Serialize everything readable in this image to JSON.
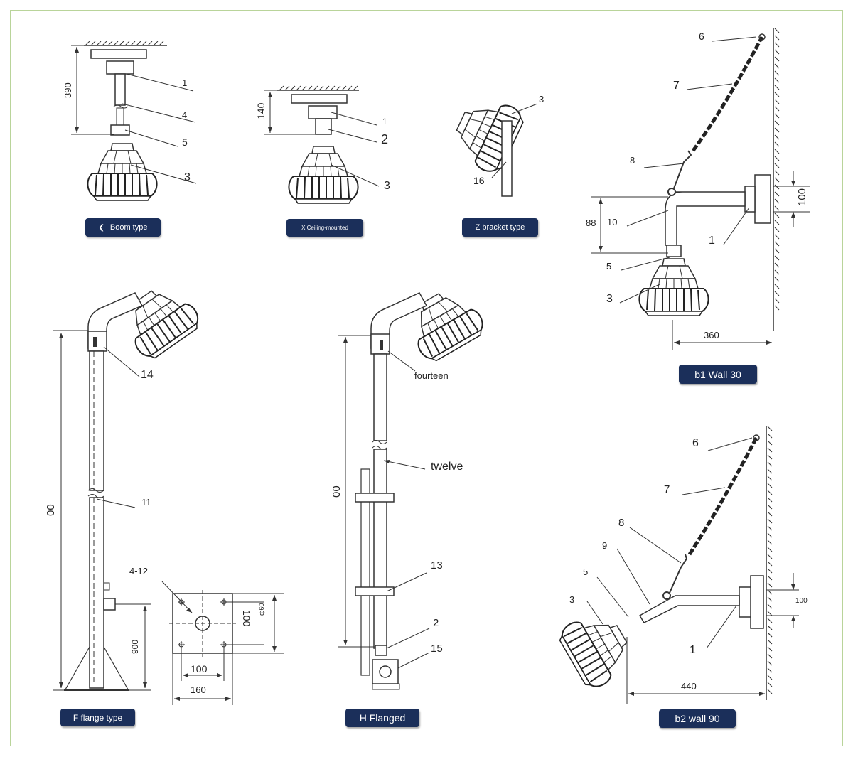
{
  "labels": {
    "boom": "Boom type",
    "boom_prefix": "❮",
    "ceiling": "X Ceiling-mounted",
    "zbracket": "Z bracket type",
    "b1": "b1 Wall 30",
    "f_flange": "F flange type",
    "h_flanged": "H Flanged",
    "b2": "b2 wall 90"
  },
  "callouts": {
    "boom": [
      "1",
      "4",
      "5",
      "3"
    ],
    "ceiling": [
      "1",
      "2",
      "3"
    ],
    "zbracket": [
      "3",
      "16"
    ],
    "b1": [
      "6",
      "7",
      "8",
      "10",
      "1",
      "5",
      "3"
    ],
    "f_flange": [
      "14",
      "11",
      "4-12"
    ],
    "h_flanged": [
      "fourteen",
      "twelve",
      "13",
      "2",
      "15"
    ],
    "b2": [
      "6",
      "7",
      "8",
      "9",
      "5",
      "3",
      "1"
    ]
  },
  "dimensions": {
    "boom_height": "390",
    "ceiling_height": "140",
    "b1_drop": "88",
    "b1_flange": "100",
    "b1_reach": "360",
    "f_height": "00",
    "f_lower": "900",
    "f_base_inner": "100",
    "f_base_outer": "160",
    "f_base_side": "100",
    "f_base_hole": "ф60",
    "h_height": "00",
    "b2_flange": "100",
    "b2_reach": "440"
  },
  "colors": {
    "label_bg": "#1b2f5a",
    "line": "#333333",
    "frame": "#b9d49a"
  }
}
